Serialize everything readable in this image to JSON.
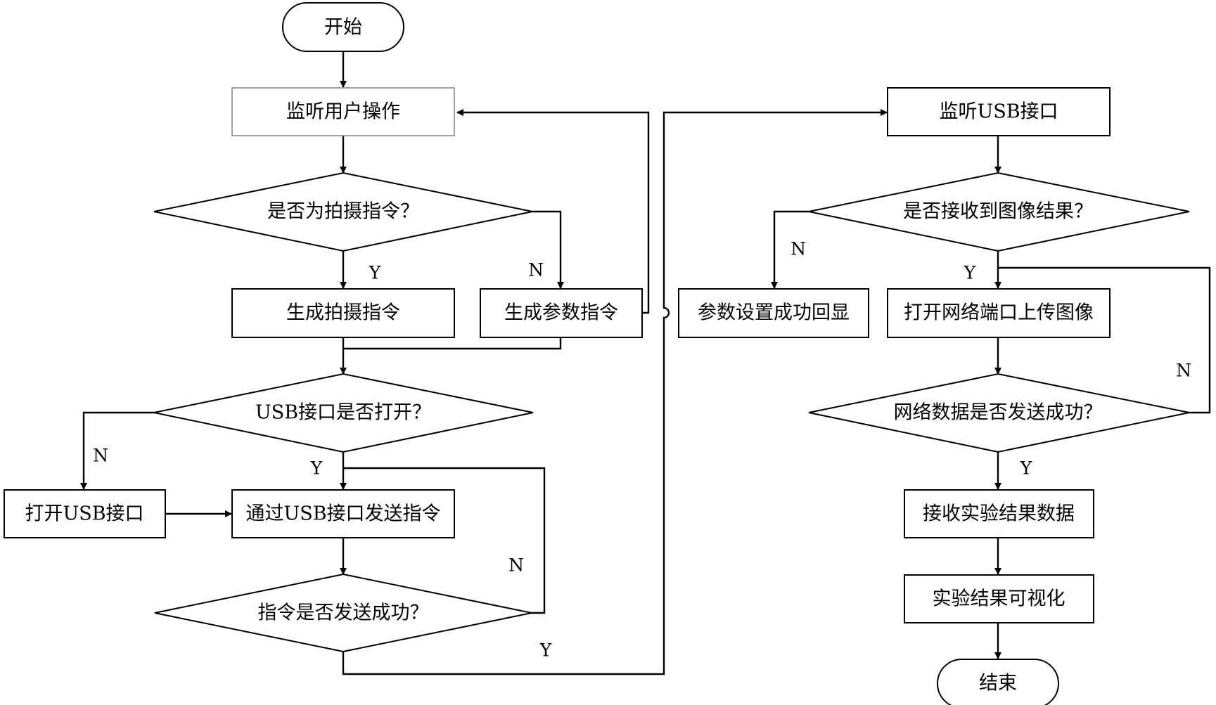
{
  "nodes": {
    "start": "开始",
    "listen_user": "监听用户操作",
    "is_capture": "是否为拍摄指令？",
    "gen_capture": "生成拍摄指令",
    "gen_param": "生成参数指令",
    "usb_open_q": "USB接口是否打开？",
    "open_usb": "打开USB接口",
    "send_cmd": "通过USB接口发送指令",
    "cmd_sent_q": "指令是否发送成功？",
    "listen_usb": "监听USB接口",
    "image_recv_q": "是否接收到图像结果？",
    "param_ok": "参数设置成功回显",
    "open_net": "打开网络端口上传图像",
    "net_sent_q": "网络数据是否发送成功？",
    "recv_data": "接收实验结果数据",
    "visualize": "实验结果可视化",
    "end": "结束"
  },
  "labels": {
    "capture_yes": "Y",
    "capture_no": "N",
    "usb_yes": "Y",
    "usb_no": "N",
    "cmd_retry_no": "N",
    "cmd_ok_yes": "Y",
    "image_no": "N",
    "image_yes": "Y",
    "net_retry_no": "N",
    "net_ok_yes": "Y"
  }
}
